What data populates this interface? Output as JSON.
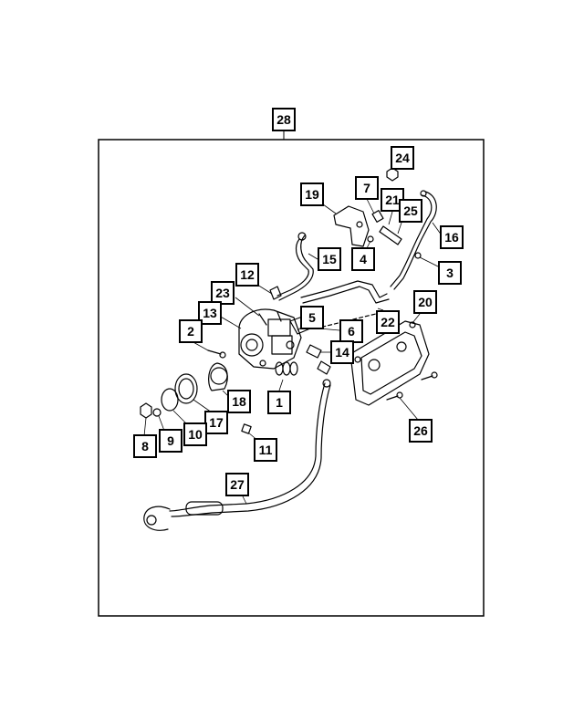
{
  "diagram": {
    "callouts": [
      {
        "id": "c28",
        "label": "28"
      },
      {
        "id": "c24",
        "label": "24"
      },
      {
        "id": "c19",
        "label": "19"
      },
      {
        "id": "c7",
        "label": "7"
      },
      {
        "id": "c21",
        "label": "21"
      },
      {
        "id": "c25",
        "label": "25"
      },
      {
        "id": "c16",
        "label": "16"
      },
      {
        "id": "c15",
        "label": "15"
      },
      {
        "id": "c4",
        "label": "4"
      },
      {
        "id": "c3",
        "label": "3"
      },
      {
        "id": "c12",
        "label": "12"
      },
      {
        "id": "c23",
        "label": "23"
      },
      {
        "id": "c13",
        "label": "13"
      },
      {
        "id": "c2",
        "label": "2"
      },
      {
        "id": "c5",
        "label": "5"
      },
      {
        "id": "c6",
        "label": "6"
      },
      {
        "id": "c22",
        "label": "22"
      },
      {
        "id": "c20",
        "label": "20"
      },
      {
        "id": "c14",
        "label": "14"
      },
      {
        "id": "c1",
        "label": "1"
      },
      {
        "id": "c18",
        "label": "18"
      },
      {
        "id": "c17",
        "label": "17"
      },
      {
        "id": "c10",
        "label": "10"
      },
      {
        "id": "c9",
        "label": "9"
      },
      {
        "id": "c8",
        "label": "8"
      },
      {
        "id": "c11",
        "label": "11"
      },
      {
        "id": "c26",
        "label": "26"
      },
      {
        "id": "c27",
        "label": "27"
      }
    ]
  }
}
